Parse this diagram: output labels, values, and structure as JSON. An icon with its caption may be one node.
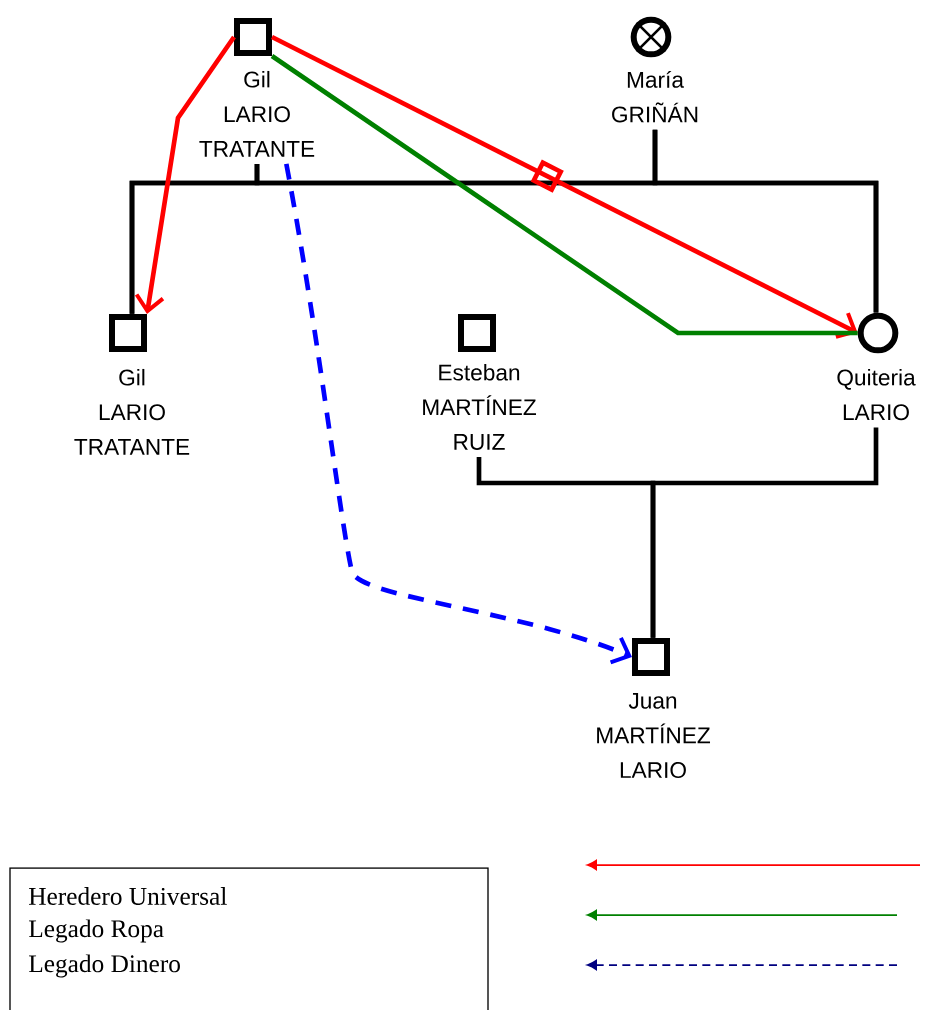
{
  "diagram": {
    "nodes": [
      {
        "text": [
          "Gil LARIO TRATANTE"
        ]
      },
      {
        "text": [
          "María GRIÑÁN"
        ]
      },
      {
        "text": [
          "Gil LARIO TRATANTE"
        ]
      },
      {
        "text": [
          "Esteban MARTÍNEZ RUIZ"
        ]
      },
      {
        "text": [
          "Quiteria LARIO"
        ]
      },
      {
        "text": [
          "Juan MARTÍNEZ LARIO"
        ]
      }
    ],
    "edges": [
      {
        "from": 0,
        "to": 2,
        "arrow": "none"
      },
      {
        "from": 0,
        "to": 4,
        "arrow": "none"
      },
      {
        "from": 1,
        "to": 2,
        "arrow": "none"
      },
      {
        "from": 1,
        "to": 4,
        "arrow": "none"
      },
      {
        "from": 3,
        "to": 5,
        "arrow": "none"
      },
      {
        "from": 4,
        "to": 5,
        "arrow": "none"
      },
      {
        "from": 0,
        "to": 2,
        "arrow": "to",
        "color": "#ff0000"
      },
      {
        "from": 0,
        "to": 4,
        "arrow": "to",
        "color": "#ff0000"
      },
      {
        "from": 0,
        "to": 4,
        "arrow": "none",
        "color": "#008000"
      },
      {
        "from": 0,
        "to": 5,
        "arrow": "to",
        "style": "dashed",
        "color": "#0000ff"
      }
    ],
    "legend": [
      {
        "text": "Heredero Universal"
      },
      {
        "text": "Legado Ropa"
      },
      {
        "text": "Legado Dinero"
      }
    ]
  }
}
